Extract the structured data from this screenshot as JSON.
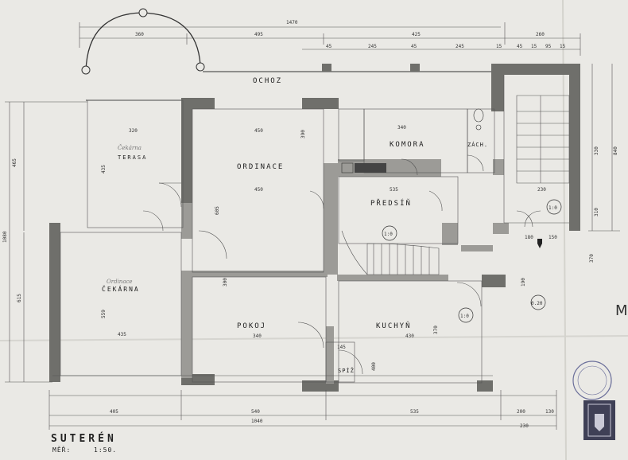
{
  "sheet": {
    "title": "SUTERÉN",
    "scale_label": "MĚŘ:",
    "scale_value": "1:50.",
    "corner_letter": "M"
  },
  "rooms": {
    "ochoz": "OCHOZ",
    "ordinace": "ORDINACE",
    "komora": "KOMORA",
    "zach": "ZÁCH.",
    "predsin": "PŘEDSÍŇ",
    "terasa": "TERASA",
    "cekarna": "ČEKÁRNA",
    "pokoj": "POKOJ",
    "kuchyn": "KUCHYŇ",
    "spiz": "SPÍŽ"
  },
  "handwritten": {
    "terasa_note": "Čekárna",
    "cekarna_note": "Ordinace"
  },
  "dimensions": {
    "top_total": "1470",
    "top_seg": [
      "360",
      "495",
      "425",
      "260"
    ],
    "top_small": [
      "45",
      "245",
      "45",
      "245",
      "15",
      "45",
      "15",
      "95",
      "15"
    ],
    "bottom_seg": [
      "405",
      "540",
      "535",
      "200",
      "130"
    ],
    "bottom_total": "1040",
    "bottom_right": "230",
    "left_vert": [
      "465",
      "1080",
      "615"
    ],
    "inner": [
      "320",
      "450",
      "450",
      "340",
      "435",
      "340",
      "430",
      "535",
      "145",
      "230",
      "150",
      "180"
    ],
    "heights": [
      "435",
      "605",
      "390",
      "370",
      "559",
      "300",
      "400"
    ],
    "right_vert": [
      "330",
      "840",
      "310",
      "370",
      "190"
    ],
    "circles": [
      "1:0",
      "1:0",
      "1:0",
      "0.20"
    ]
  }
}
